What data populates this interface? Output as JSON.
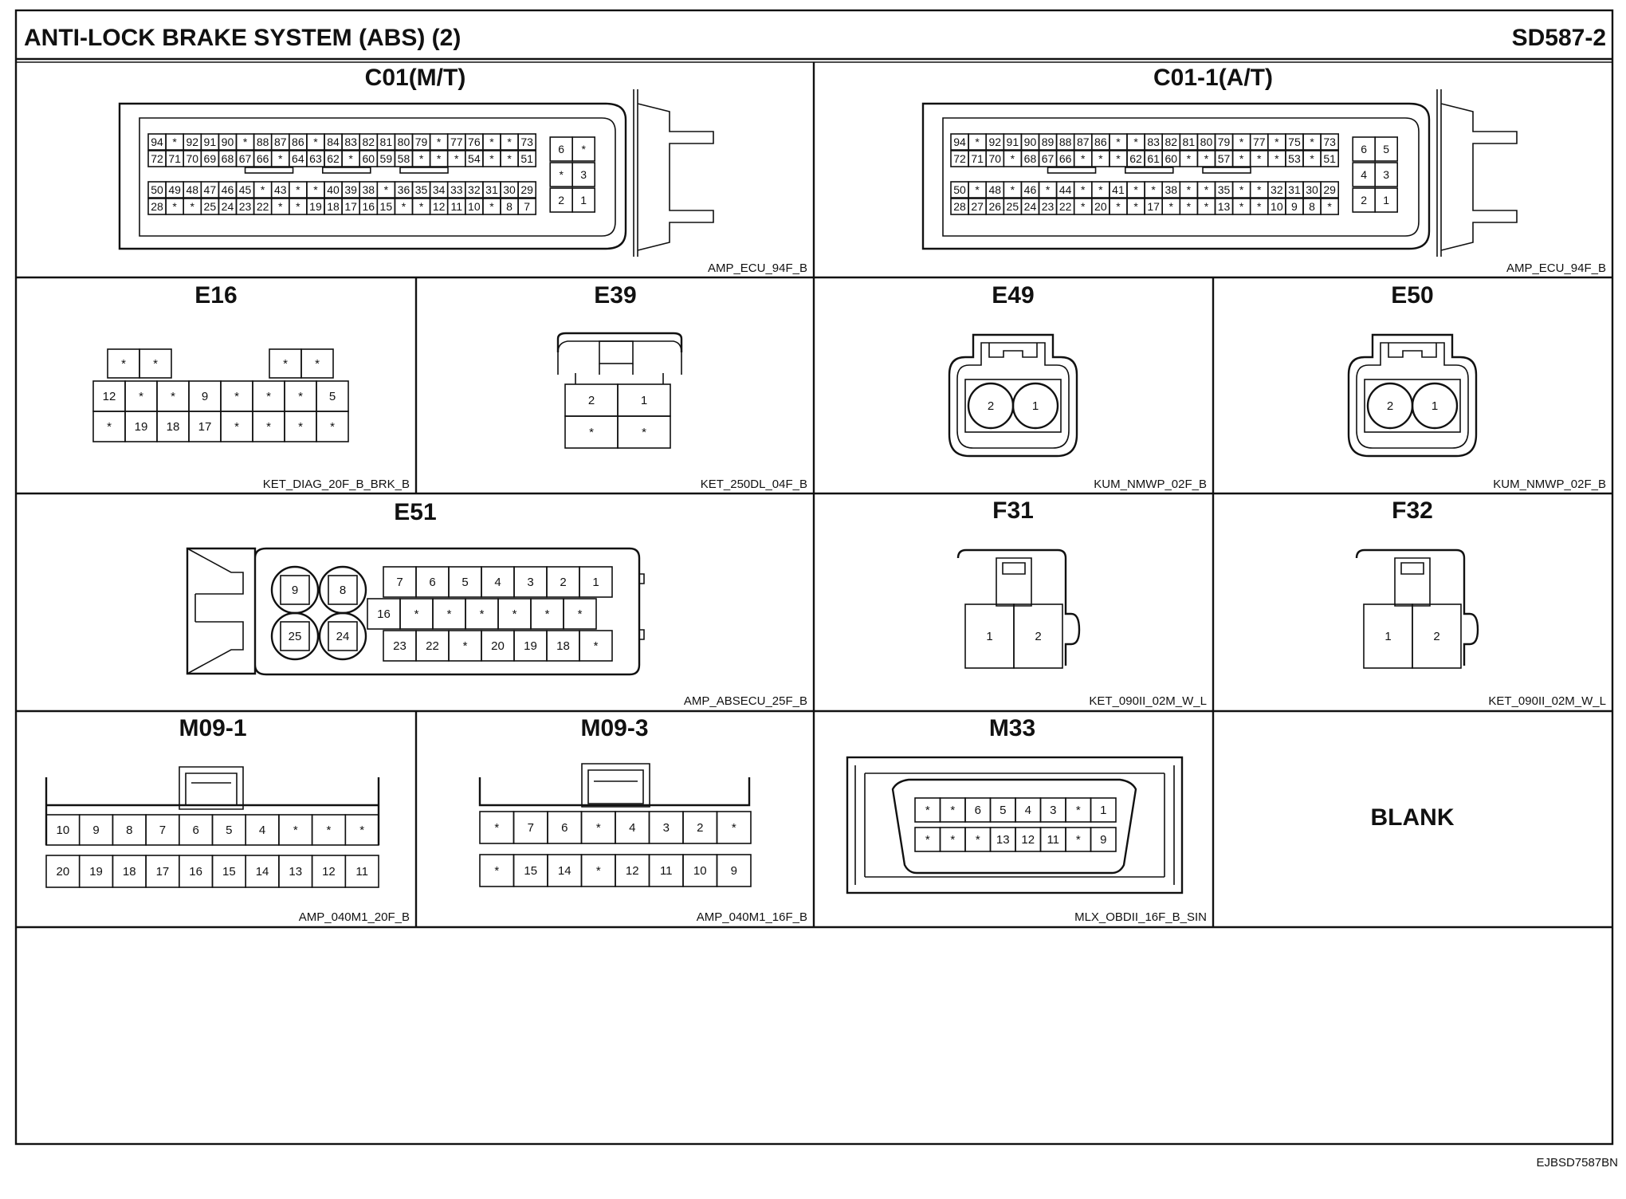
{
  "title": "ANTI-LOCK BRAKE SYSTEM (ABS) (2)",
  "page_code": "SD587-2",
  "footer_code": "EJBSD7587BN",
  "connectors": {
    "c01": {
      "title": "C01(M/T)",
      "code": "AMP_ECU_94F_B",
      "rows": [
        [
          "94",
          "*",
          "92",
          "91",
          "90",
          "*",
          "88",
          "87",
          "86",
          "*",
          "84",
          "83",
          "82",
          "81",
          "80",
          "79",
          "*",
          "77",
          "76",
          "*",
          "*",
          "73"
        ],
        [
          "72",
          "71",
          "70",
          "69",
          "68",
          "67",
          "66",
          "*",
          "64",
          "63",
          "62",
          "*",
          "60",
          "59",
          "58",
          "*",
          "*",
          "*",
          "54",
          "*",
          "*",
          "51"
        ],
        [
          "50",
          "49",
          "48",
          "47",
          "46",
          "45",
          "*",
          "43",
          "*",
          "*",
          "40",
          "39",
          "38",
          "*",
          "36",
          "35",
          "34",
          "33",
          "32",
          "31",
          "30",
          "29"
        ],
        [
          "28",
          "*",
          "*",
          "25",
          "24",
          "23",
          "22",
          "*",
          "*",
          "19",
          "18",
          "17",
          "16",
          "15",
          "*",
          "*",
          "12",
          "11",
          "10",
          "*",
          "8",
          "7"
        ]
      ],
      "side": [
        [
          "6",
          "*"
        ],
        [
          "*",
          "3"
        ],
        [
          "2",
          "1"
        ]
      ]
    },
    "c011": {
      "title": "C01-1(A/T)",
      "code": "AMP_ECU_94F_B",
      "rows": [
        [
          "94",
          "*",
          "92",
          "91",
          "90",
          "89",
          "88",
          "87",
          "86",
          "*",
          "*",
          "83",
          "82",
          "81",
          "80",
          "79",
          "*",
          "77",
          "*",
          "75",
          "*",
          "73"
        ],
        [
          "72",
          "71",
          "70",
          "*",
          "68",
          "67",
          "66",
          "*",
          "*",
          "*",
          "62",
          "61",
          "60",
          "*",
          "*",
          "57",
          "*",
          "*",
          "*",
          "53",
          "*",
          "51"
        ],
        [
          "50",
          "*",
          "48",
          "*",
          "46",
          "*",
          "44",
          "*",
          "*",
          "41",
          "*",
          "*",
          "38",
          "*",
          "*",
          "35",
          "*",
          "*",
          "32",
          "31",
          "30",
          "29"
        ],
        [
          "28",
          "27",
          "26",
          "25",
          "24",
          "23",
          "22",
          "*",
          "20",
          "*",
          "*",
          "17",
          "*",
          "*",
          "*",
          "13",
          "*",
          "*",
          "10",
          "9",
          "8",
          "*"
        ]
      ],
      "side": [
        [
          "6",
          "5"
        ],
        [
          "4",
          "3"
        ],
        [
          "2",
          "1"
        ]
      ]
    },
    "e16": {
      "title": "E16",
      "code": "KET_DIAG_20F_B_BRK_B",
      "top": [
        "*",
        "*",
        "*",
        "*"
      ],
      "row1": [
        "12",
        "*",
        "*",
        "9",
        "*",
        "*",
        "*",
        "5"
      ],
      "row2": [
        "*",
        "19",
        "18",
        "17",
        "*",
        "*",
        "*",
        "*"
      ]
    },
    "e39": {
      "title": "E39",
      "code": "KET_250DL_04F_B",
      "row1": [
        "2",
        "1"
      ],
      "row2": [
        "*",
        "*"
      ]
    },
    "e49": {
      "title": "E49",
      "code": "KUM_NMWP_02F_B",
      "pins": [
        "2",
        "1"
      ]
    },
    "e50": {
      "title": "E50",
      "code": "KUM_NMWP_02F_B",
      "pins": [
        "2",
        "1"
      ]
    },
    "e51": {
      "title": "E51",
      "code": "AMP_ABSECU_25F_B",
      "big": [
        "9",
        "8",
        "25",
        "24"
      ],
      "row1": [
        "7",
        "6",
        "5",
        "4",
        "3",
        "2",
        "1"
      ],
      "row2": [
        "16",
        "*",
        "*",
        "*",
        "*",
        "*",
        "*"
      ],
      "row3": [
        "23",
        "22",
        "*",
        "20",
        "19",
        "18",
        "*"
      ]
    },
    "f31": {
      "title": "F31",
      "code": "KET_090II_02M_W_L",
      "pins": [
        "1",
        "2"
      ]
    },
    "f32": {
      "title": "F32",
      "code": "KET_090II_02M_W_L",
      "pins": [
        "1",
        "2"
      ]
    },
    "m091": {
      "title": "M09-1",
      "code": "AMP_040M1_20F_B",
      "row1": [
        "10",
        "9",
        "8",
        "7",
        "6",
        "5",
        "4",
        "*",
        "*",
        "*"
      ],
      "row2": [
        "20",
        "19",
        "18",
        "17",
        "16",
        "15",
        "14",
        "13",
        "12",
        "11"
      ]
    },
    "m093": {
      "title": "M09-3",
      "code": "AMP_040M1_16F_B",
      "row1": [
        "*",
        "7",
        "6",
        "*",
        "4",
        "3",
        "2",
        "*"
      ],
      "row2": [
        "*",
        "15",
        "14",
        "*",
        "12",
        "11",
        "10",
        "9"
      ]
    },
    "m33": {
      "title": "M33",
      "code": "MLX_OBDII_16F_B_SIN",
      "row1": [
        "*",
        "*",
        "6",
        "5",
        "4",
        "3",
        "*",
        "1"
      ],
      "row2": [
        "*",
        "*",
        "*",
        "13",
        "12",
        "11",
        "*",
        "9"
      ]
    },
    "blank": {
      "title": "BLANK"
    }
  }
}
